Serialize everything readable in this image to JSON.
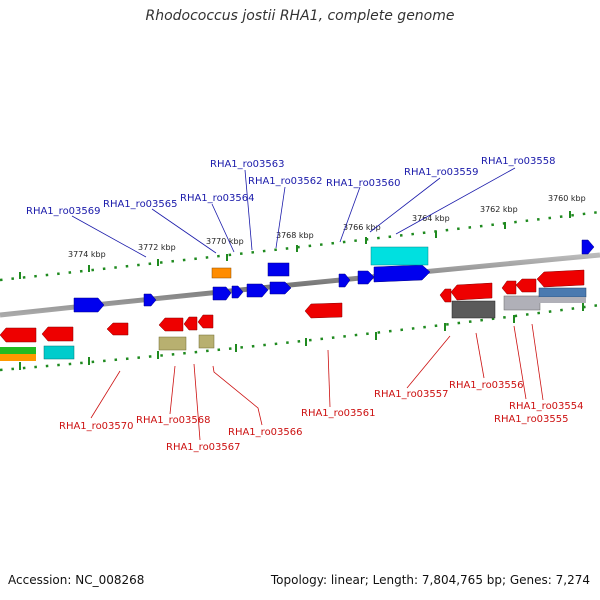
{
  "title": "Rhodococcus jostii RHA1, complete genome",
  "footer": {
    "accession": "Accession: NC_008268",
    "stats": "Topology: linear; Length: 7,804,765 bp; Genes: 7,274"
  },
  "ruler_ticks": [
    {
      "label": "3774 kbp"
    },
    {
      "label": "3772 kbp"
    },
    {
      "label": "3770 kbp"
    },
    {
      "label": "3768 kbp"
    },
    {
      "label": "3766 kbp"
    },
    {
      "label": "3764 kbp"
    },
    {
      "label": "3762 kbp"
    },
    {
      "label": "3760 kbp"
    }
  ],
  "genes_forward": [
    {
      "label": "RHA1_ro03569"
    },
    {
      "label": "RHA1_ro03565"
    },
    {
      "label": "RHA1_ro03564"
    },
    {
      "label": "RHA1_ro03563"
    },
    {
      "label": "RHA1_ro03562"
    },
    {
      "label": "RHA1_ro03560"
    },
    {
      "label": "RHA1_ro03559"
    },
    {
      "label": "RHA1_ro03558"
    }
  ],
  "genes_reverse": [
    {
      "label": "RHA1_ro03570"
    },
    {
      "label": "RHA1_ro03568"
    },
    {
      "label": "RHA1_ro03567"
    },
    {
      "label": "RHA1_ro03566"
    },
    {
      "label": "RHA1_ro03561"
    },
    {
      "label": "RHA1_ro03557"
    },
    {
      "label": "RHA1_ro03556"
    },
    {
      "label": "RHA1_ro03554"
    },
    {
      "label": "RHA1_ro03555"
    }
  ],
  "colors": {
    "forward_gene": "#0000ee",
    "reverse_gene": "#ee0000",
    "forward_label": "#1a1aaa",
    "reverse_label": "#cc1111",
    "ruler": "#1f8a1f",
    "backbone": "#888888"
  }
}
